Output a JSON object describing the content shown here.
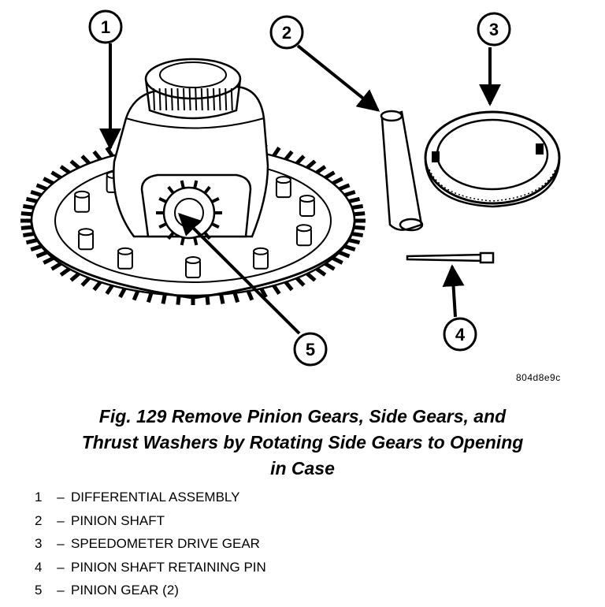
{
  "figure_code": "804d8e9c",
  "caption": {
    "line1": "Fig. 129 Remove Pinion Gears, Side Gears, and",
    "line2": "Thrust Washers by Rotating Side Gears to Opening",
    "line3": "in Case"
  },
  "callouts": [
    "1",
    "2",
    "3",
    "4",
    "5"
  ],
  "legend": [
    {
      "num": "1",
      "sep": "–",
      "label": "DIFFERENTIAL ASSEMBLY"
    },
    {
      "num": "2",
      "sep": "–",
      "label": "PINION SHAFT"
    },
    {
      "num": "3",
      "sep": "–",
      "label": "SPEEDOMETER DRIVE GEAR"
    },
    {
      "num": "4",
      "sep": "–",
      "label": "PINION SHAFT RETAINING PIN"
    },
    {
      "num": "5",
      "sep": "–",
      "label": "PINION GEAR (2)"
    }
  ]
}
